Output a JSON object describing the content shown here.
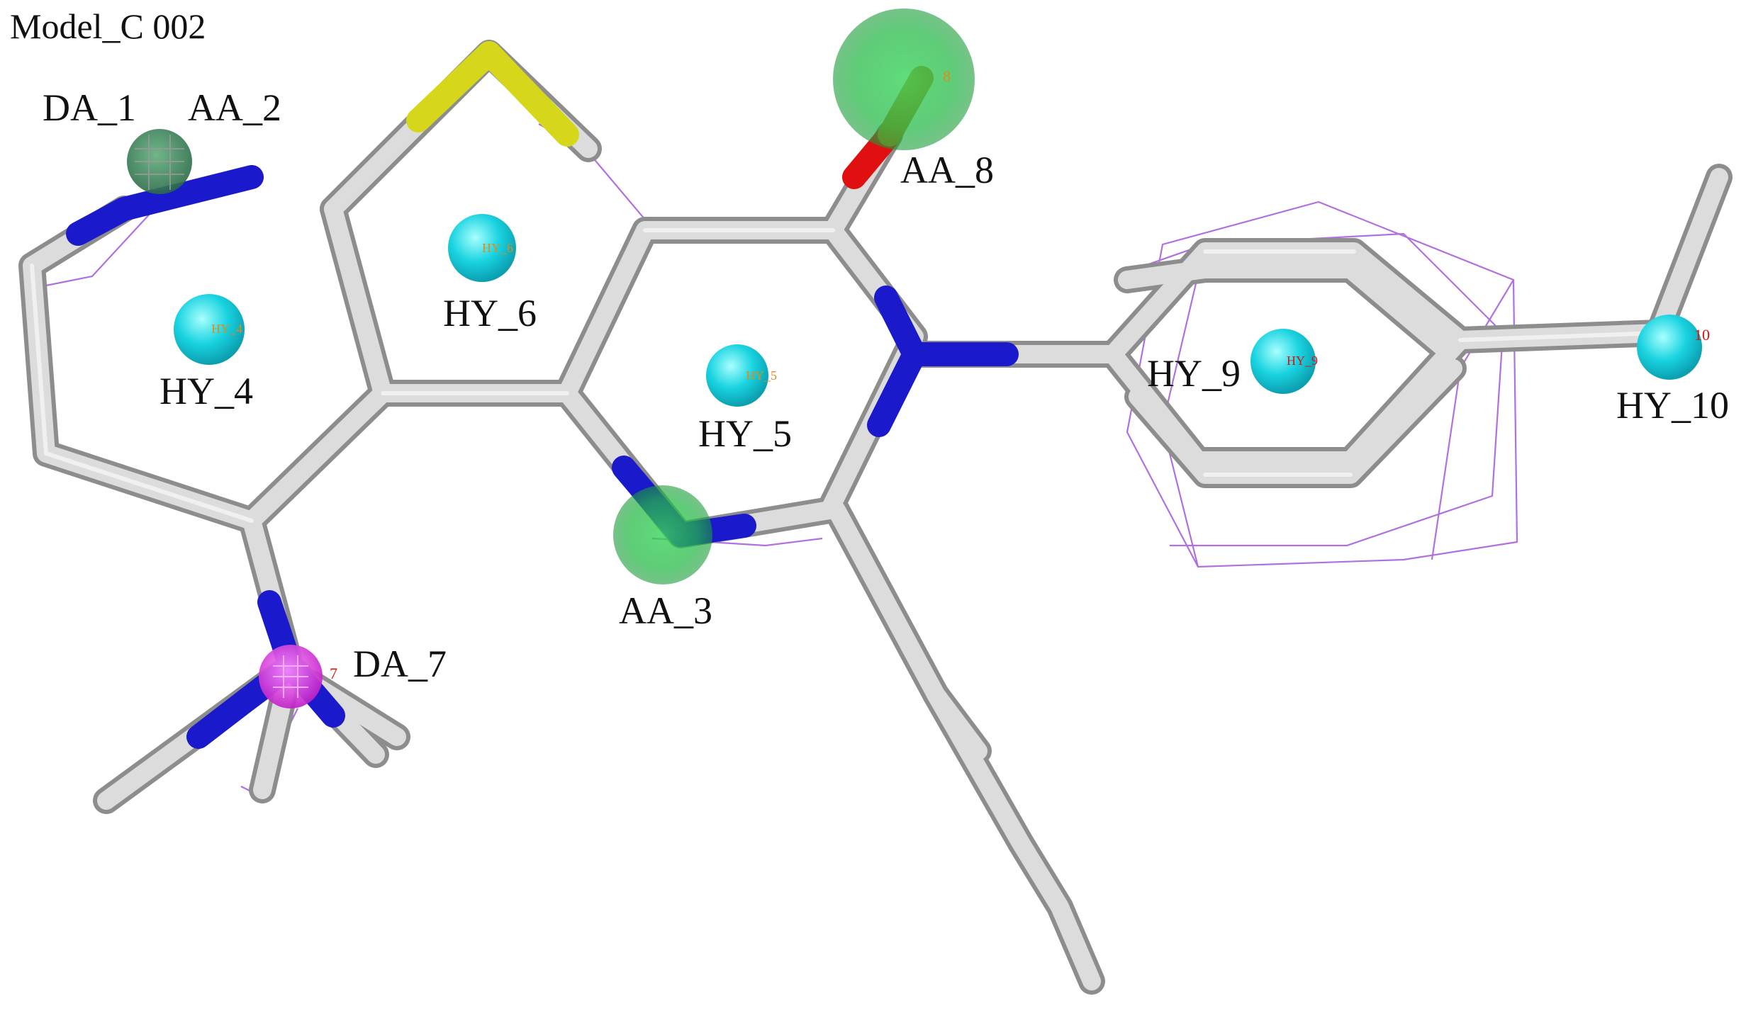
{
  "title": "Model_C 002",
  "features": {
    "DA_1": {
      "label": "DA_1",
      "type": "donor-acceptor",
      "color": "#2e8b57"
    },
    "AA_2": {
      "label": "AA_2",
      "type": "acceptor",
      "color": "#2e8b57"
    },
    "AA_3": {
      "label": "AA_3",
      "type": "acceptor",
      "color": "#22c55e"
    },
    "HY_4": {
      "label": "HY_4",
      "mini": "HY_4",
      "type": "hydrophobic",
      "color": "#19d3e0"
    },
    "HY_5": {
      "label": "HY_5",
      "mini": "HY_5",
      "type": "hydrophobic",
      "color": "#19d3e0"
    },
    "HY_6": {
      "label": "HY_6",
      "mini": "HY_6",
      "type": "hydrophobic",
      "color": "#19d3e0"
    },
    "DA_7": {
      "label": "DA_7",
      "mini": "7",
      "type": "donor-acceptor",
      "color": "#d63bd6"
    },
    "AA_8": {
      "label": "AA_8",
      "mini": "8",
      "type": "acceptor",
      "color": "#22c55e"
    },
    "HY_9": {
      "label": "HY_9",
      "mini": "HY_9",
      "type": "hydrophobic",
      "color": "#19d3e0"
    },
    "HY_10": {
      "label": "HY_10",
      "mini": "10",
      "type": "hydrophobic",
      "color": "#19d3e0"
    }
  },
  "colors": {
    "carbon": "#c8c8c8",
    "nitrogen": "#1a1acc",
    "sulfur": "#d6d61a",
    "oxygen": "#e01010",
    "wire": "#b070e0",
    "mini_label_orange": "#e08a1a",
    "mini_label_red": "#e01010"
  }
}
